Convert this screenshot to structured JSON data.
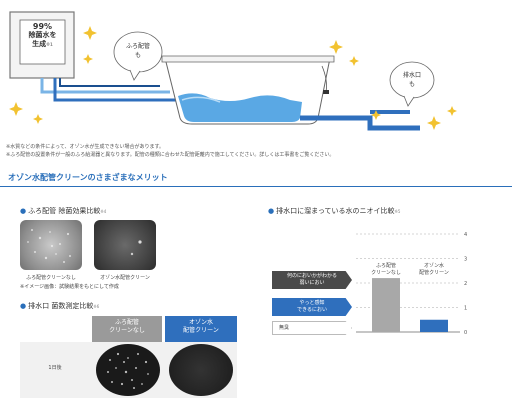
{
  "illustration": {
    "machine": {
      "line1": "99%",
      "line2": "除菌水を",
      "line3": "生成",
      "mark": "※1"
    },
    "bubble_pipe": {
      "line1": "ふろ配管",
      "line2": "も"
    },
    "bubble_drain": {
      "line1": "排水口",
      "line2": "も"
    }
  },
  "notes": [
    "※水質などの条件によって、オゾン水が生成できない場合があります。",
    "※ふろ配管の設置条件が一般のふろ給湯器と異なります。配管の種類に合わせた配管距離内で施工してください。詳しくは工事書をご覧ください。"
  ],
  "section_header": "オゾン水配管クリーンのさまざまなメリット",
  "bath_compare": {
    "title": "ふろ配管 除菌効果比較",
    "mark": "※4",
    "label_left": "ふろ配管クリーンなし",
    "label_right": "オゾン水配管クリーン",
    "caption": "※イメージ画像：試験結果をもとにして作成"
  },
  "drain_test": {
    "title": "排水口 菌数測定比較",
    "mark": "※6",
    "col1_line1": "ふろ配管",
    "col1_line2": "クリーンなし",
    "col2_line1": "オゾン水",
    "col2_line2": "配管クリーン",
    "row_label": "1日後"
  },
  "odor": {
    "title": "排水口に溜まっている水のニオイ比較",
    "mark": "※5",
    "levels": [
      {
        "line1": "何のにおいかがわかる",
        "line2": "弱いにおい"
      },
      {
        "line1": "やっと感知",
        "line2": "できるにおい"
      },
      {
        "line1": "無臭",
        "line2": ""
      }
    ]
  },
  "chart_data": {
    "type": "bar",
    "categories": [
      "ふろ配管クリーンなし",
      "オゾン水配管クリーン"
    ],
    "cat_lines": [
      [
        "ふろ配管",
        "クリーンなし"
      ],
      [
        "オゾン水",
        "配管クリーン"
      ]
    ],
    "values": [
      2.2,
      0.5
    ],
    "ylim": [
      0,
      4
    ],
    "yticks": [
      "0",
      "1",
      "2",
      "3",
      "4"
    ],
    "colors": [
      "#a8a8a8",
      "#2f6fbd"
    ],
    "grid": true
  }
}
